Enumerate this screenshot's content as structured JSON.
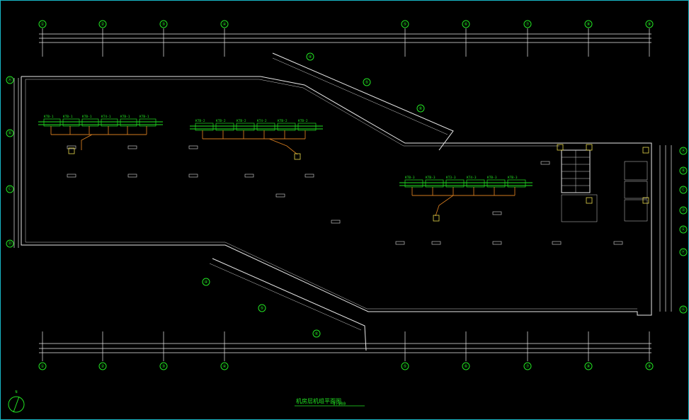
{
  "drawing": {
    "title": "机房层机组平面图",
    "scale": "1:100",
    "north_label": "N"
  },
  "grid": {
    "top": [
      "①",
      "②",
      "③",
      "④",
      "⑤",
      "⑥",
      "⑦",
      "⑧",
      "⑨",
      "⑩"
    ],
    "bottom": [
      "①",
      "②",
      "③",
      "④",
      "⑤",
      "⑥",
      "⑦",
      "⑧",
      "⑨",
      "⑩"
    ],
    "left": [
      "Ⓐ",
      "Ⓑ",
      "Ⓒ",
      "Ⓓ"
    ],
    "right": [
      "Ⓐ",
      "Ⓑ",
      "Ⓒ",
      "Ⓓ",
      "Ⓔ",
      "Ⓕ",
      "Ⓖ"
    ]
  },
  "units": {
    "group1": [
      "KTB-1",
      "KTB-1",
      "KTB-1",
      "KT4-1",
      "KTB-1",
      "KTB-1"
    ],
    "group2": [
      "KTB-2",
      "KTB-2",
      "KTB-2",
      "KT4-2",
      "KTB-2",
      "KTB-2"
    ],
    "group3": [
      "KTB-3",
      "KTB-3",
      "KT3-3",
      "KT4-3",
      "KTB-3",
      "KTB-3"
    ]
  },
  "colors": {
    "frame": "#18b8c8",
    "grid": "#22e322",
    "walls": "#e8e8e8",
    "ducts": "#d27a1e",
    "equipment": "#22e322"
  }
}
